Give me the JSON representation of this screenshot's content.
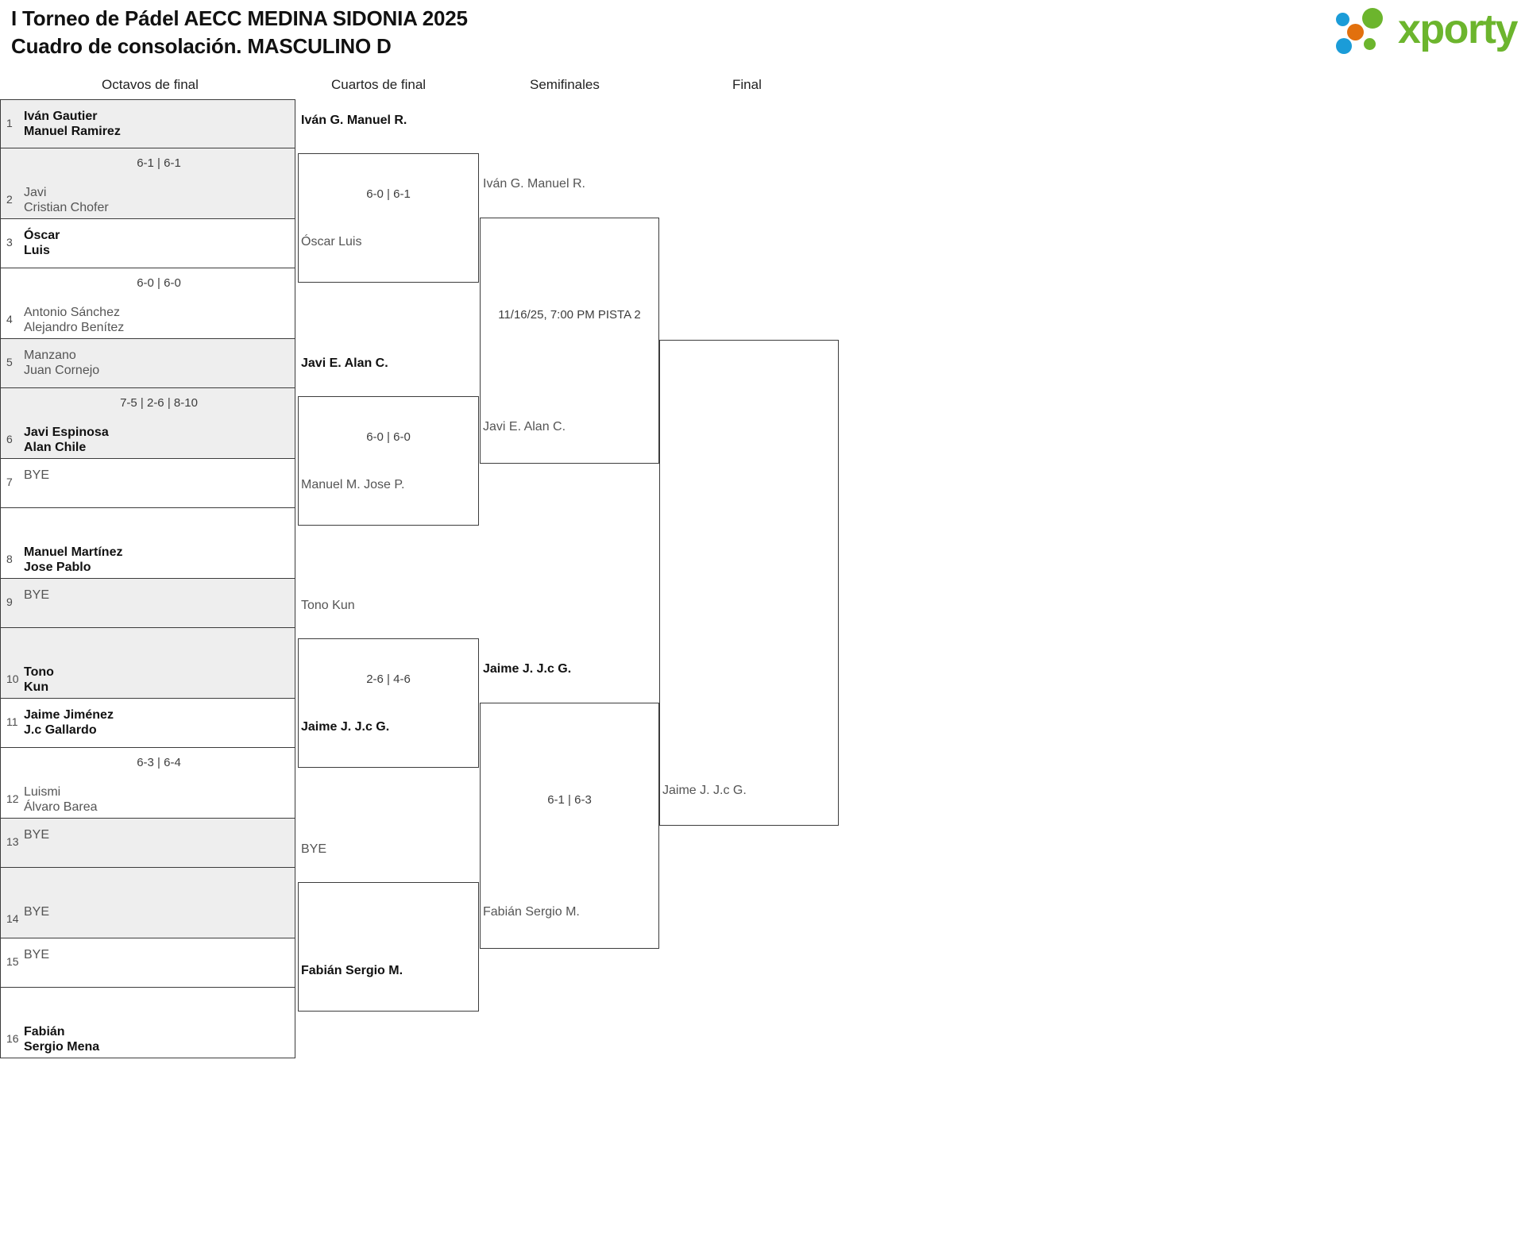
{
  "header": {
    "title_line1": "I Torneo de Pádel AECC MEDINA SIDONIA 2025",
    "title_line2": "Cuadro de consolación. MASCULINO D",
    "logo_text": "xporty",
    "logo_colors": {
      "green": "#6cb52d",
      "blue": "#1b9cd8",
      "orange": "#e2700d"
    }
  },
  "rounds": [
    {
      "label": "Octavos de final"
    },
    {
      "label": "Cuartos de final"
    },
    {
      "label": "Semifinales"
    },
    {
      "label": "Final"
    }
  ],
  "round1": {
    "entries": [
      {
        "seed": "1",
        "line1": "Iván Gautier",
        "line2": "Manuel Ramirez",
        "state": "win"
      },
      {
        "seed": "2",
        "line1": "Javi",
        "line2": "Cristian Chofer",
        "state": "lose"
      },
      {
        "seed": "3",
        "line1": "Óscar",
        "line2": "Luis",
        "state": "win"
      },
      {
        "seed": "4",
        "line1": "Antonio Sánchez",
        "line2": "Alejandro Benítez",
        "state": "lose"
      },
      {
        "seed": "5",
        "line1": "Manzano",
        "line2": "Juan Cornejo",
        "state": "lose"
      },
      {
        "seed": "6",
        "line1": "Javi Espinosa",
        "line2": "Alan Chile",
        "state": "win"
      },
      {
        "seed": "7",
        "line1": "BYE",
        "line2": "",
        "state": "lose"
      },
      {
        "seed": "8",
        "line1": "Manuel Martínez",
        "line2": "Jose Pablo",
        "state": "win"
      },
      {
        "seed": "9",
        "line1": "BYE",
        "line2": "",
        "state": "lose"
      },
      {
        "seed": "10",
        "line1": "Tono",
        "line2": "Kun",
        "state": "win"
      },
      {
        "seed": "11",
        "line1": "Jaime Jiménez",
        "line2": "J.c Gallardo",
        "state": "win"
      },
      {
        "seed": "12",
        "line1": "Luismi",
        "line2": "Álvaro Barea",
        "state": "lose"
      },
      {
        "seed": "13",
        "line1": "BYE",
        "line2": "",
        "state": "lose"
      },
      {
        "seed": "14",
        "line1": "BYE",
        "line2": "",
        "state": "lose"
      },
      {
        "seed": "15",
        "line1": "BYE",
        "line2": "",
        "state": "lose"
      },
      {
        "seed": "16",
        "line1": "Fabián",
        "line2": "Sergio Mena",
        "state": "win"
      }
    ],
    "scores": [
      "6-1 | 6-1",
      "6-0 | 6-0",
      "7-5 | 2-6 | 8-10",
      "",
      "",
      "6-3 | 6-4",
      "",
      ""
    ]
  },
  "round2": {
    "entries": [
      {
        "line1": "Iván G.",
        "line2": "Manuel R.",
        "state": "win"
      },
      {
        "line1": "Óscar",
        "line2": "Luis",
        "state": "lose"
      },
      {
        "line1": "Javi E.",
        "line2": "Alan C.",
        "state": "win"
      },
      {
        "line1": "Manuel M.",
        "line2": "Jose P.",
        "state": "lose"
      },
      {
        "line1": "Tono",
        "line2": "Kun",
        "state": "lose"
      },
      {
        "line1": "Jaime J.",
        "line2": "J.c G.",
        "state": "win"
      },
      {
        "line1": "BYE",
        "line2": "",
        "state": "lose"
      },
      {
        "line1": "Fabián",
        "line2": "Sergio M.",
        "state": "win"
      }
    ],
    "scores": [
      "6-0 | 6-1",
      "6-0 | 6-0",
      "2-6 | 4-6",
      ""
    ]
  },
  "round3": {
    "entries": [
      {
        "line1": "Iván G.",
        "line2": "Manuel R.",
        "state": "lose"
      },
      {
        "line1": "Javi E.",
        "line2": "Alan C.",
        "state": "lose"
      },
      {
        "line1": "Jaime J.",
        "line2": "J.c G.",
        "state": "win"
      },
      {
        "line1": "Fabián",
        "line2": "Sergio M.",
        "state": "lose"
      }
    ],
    "scores": [
      "11/16/25, 7:00 PM PISTA 2",
      "6-1 | 6-3"
    ]
  },
  "round4": {
    "entries": [
      {
        "line1": "Jaime J.",
        "line2": "J.c G.",
        "state": "lose"
      }
    ],
    "scores": [
      ""
    ]
  }
}
